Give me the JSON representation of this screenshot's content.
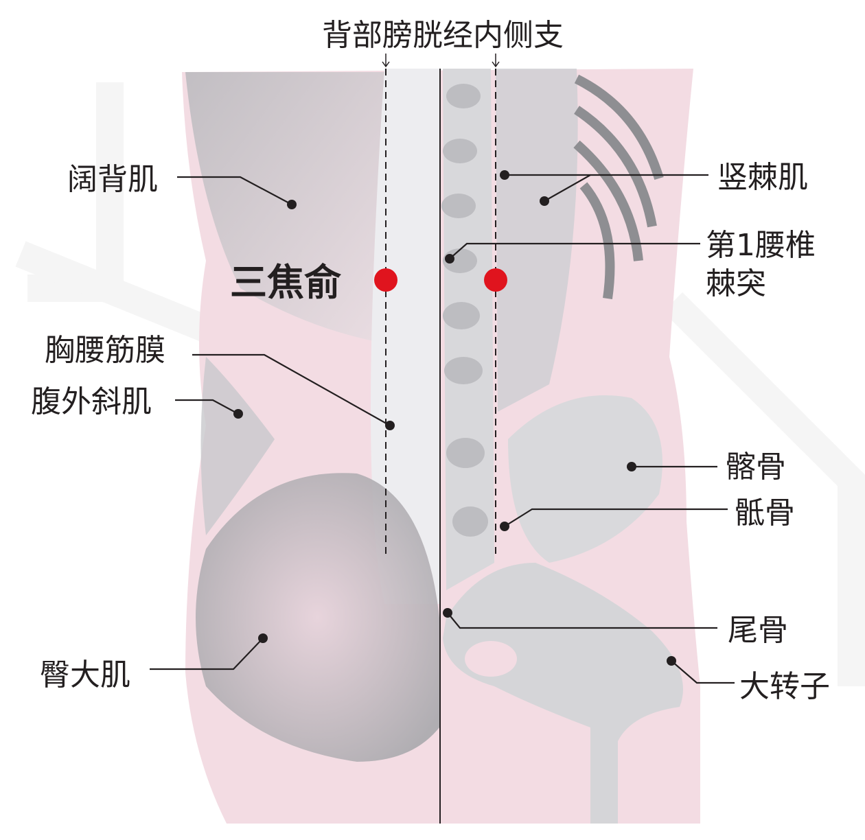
{
  "title": "背部膀胱经内侧支",
  "acupoint": {
    "name": "三焦俞",
    "color": "#e0141e"
  },
  "labels": {
    "latissimus": "阔背肌",
    "erector": "竖棘肌",
    "l1_line1": "第1腰椎",
    "l1_line2": "棘突",
    "thoracolumbar": "胸腰筋膜",
    "oblique": "腹外斜肌",
    "ilium": "髂骨",
    "sacrum": "骶骨",
    "coccyx": "尾骨",
    "gluteus": "臀大肌",
    "trochanter": "大转子"
  },
  "colors": {
    "skin": "#f3dce3",
    "muscle": "#cfcfd3",
    "bone": "#e4e4e6",
    "line": "#231f20"
  }
}
